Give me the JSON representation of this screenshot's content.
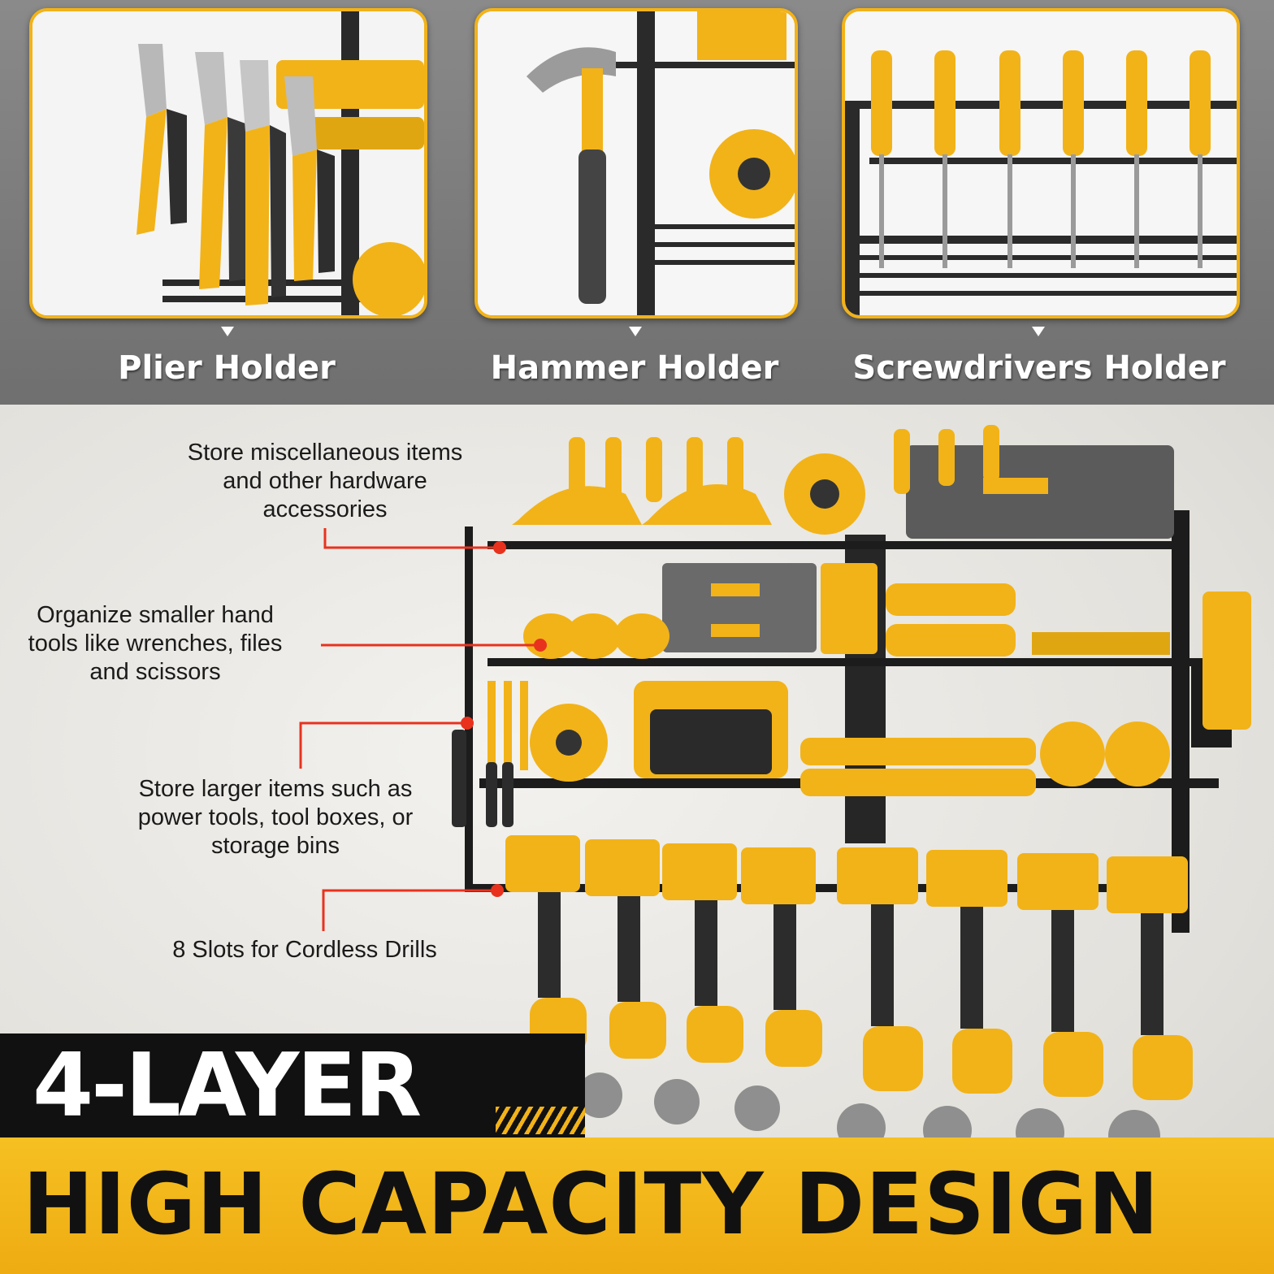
{
  "top_section": {
    "panels": [
      {
        "label": "Plier Holder",
        "icon": "plier-icon"
      },
      {
        "label": "Hammer Holder",
        "icon": "hammer-icon"
      },
      {
        "label": "Screwdrivers Holder",
        "icon": "screwdriver-icon"
      }
    ]
  },
  "callouts": [
    {
      "text": [
        "Store miscellaneous items",
        "and other hardware",
        "accessories"
      ]
    },
    {
      "text": [
        "Organize smaller hand",
        "tools like wrenches, files",
        "and scissors"
      ]
    },
    {
      "text": [
        "Store larger items such as",
        "power tools, tool boxes, or",
        "storage bins"
      ]
    },
    {
      "text": [
        "8 Slots for Cordless Drills"
      ]
    }
  ],
  "banner": {
    "line1": "4-LAYER",
    "line2": "HIGH CAPACITY DESIGN"
  },
  "colors": {
    "accent_yellow": "#f2b319",
    "callout_red": "#e8321e",
    "rack_black": "#1c1c1c",
    "band_gray": "#777777"
  }
}
